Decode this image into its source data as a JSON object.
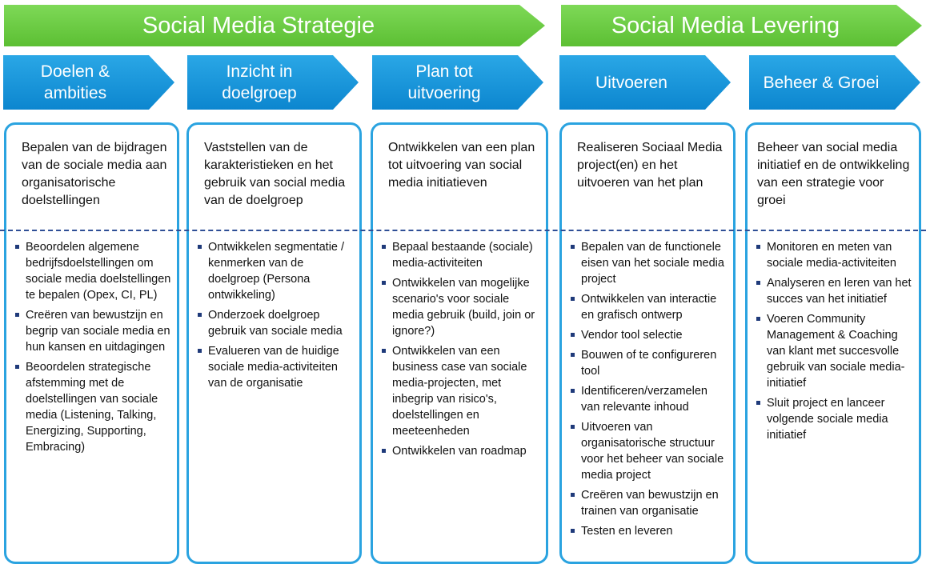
{
  "banners": {
    "strategy": "Social Media Strategie",
    "delivery": "Social Media Levering"
  },
  "phases": [
    "Doelen & ambities",
    "Inzicht in doelgroep",
    "Plan tot uitvoering",
    "Uitvoeren",
    "Beheer & Groei"
  ],
  "columns": [
    {
      "header": "Bepalen van de bijdragen van de sociale media aan organisatorische doelstellingen",
      "items": [
        "Beoordelen algemene bedrijfsdoelstellingen om sociale media doelstellingen te bepalen (Opex, CI, PL)",
        "Creëren van bewustzijn en begrip van sociale media en hun kansen en uitdagingen",
        "Beoordelen strategische afstemming met de doelstellingen van sociale media (Listening, Talking, Energizing, Supporting, Embracing)"
      ]
    },
    {
      "header": "Vaststellen van de karakteristieken en het gebruik van social media van de doelgroep",
      "items": [
        "Ontwikkelen segmentatie / kenmerken van de doelgroep (Persona ontwikkeling)",
        "Onderzoek doelgroep gebruik van sociale media",
        "Evalueren van de huidige sociale media-activiteiten van de organisatie"
      ]
    },
    {
      "header": "Ontwikkelen van een plan tot uitvoering van social media initiatieven",
      "items": [
        "Bepaal bestaande (sociale) media-activiteiten",
        "Ontwikkelen van mogelijke scenario's voor sociale media gebruik (build, join or ignore?)",
        "Ontwikkelen van een business case van sociale media-projecten, met inbegrip van risico's, doelstellingen en meeteenheden",
        "Ontwikkelen van roadmap"
      ]
    },
    {
      "header": "Realiseren Sociaal Media project(en) en het uitvoeren van het plan",
      "items": [
        "Bepalen van de functionele eisen van het sociale media project",
        "Ontwikkelen van interactie en grafisch ontwerp",
        "Vendor tool selectie",
        "Bouwen of te configureren tool",
        "Identificeren/verzamelen van relevante inhoud",
        "Uitvoeren van organisatorische structuur voor het beheer van sociale media project",
        "Creëren van bewustzijn en trainen van organisatie",
        "Testen en leveren"
      ]
    },
    {
      "header": "Beheer van social media initiatief en de ontwikkeling van een strategie voor groei",
      "items": [
        "Monitoren en meten van sociale media-activiteiten",
        "Analyseren en leren van het succes van het initiatief",
        "Voeren Community Management & Coaching van klant met succesvolle gebruik van sociale media-initiatief",
        "Sluit project en lanceer volgende sociale media initiatief"
      ]
    }
  ]
}
